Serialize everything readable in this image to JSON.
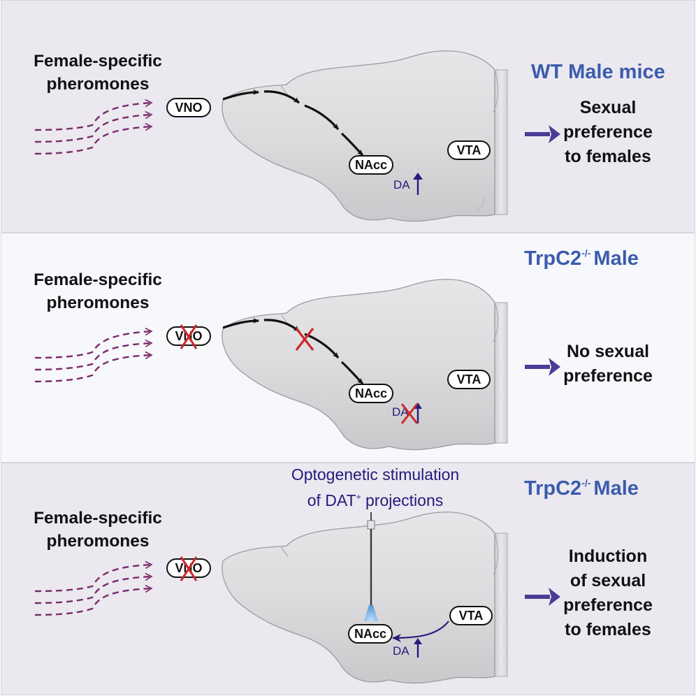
{
  "colors": {
    "panel_bg": "#ebe8f0",
    "panel_bg_middle": "#f7f8fc",
    "title_blue": "#3b5cad",
    "arrow_purple": "#4a3d96",
    "pheromone_dash": "#7a2a6a",
    "dopamine_navy": "#231c7a",
    "block_red": "#d0262b",
    "brain_gray": "#d9d9db"
  },
  "panels": [
    {
      "id": "wt-male",
      "title": "WT Male mice",
      "title_superscript": "",
      "stimulus_label_line1": "Female-specific",
      "stimulus_label_line2": "pheromones",
      "vno_label": "VNO",
      "vno_blocked": false,
      "pathway_blocked": false,
      "nacc_label": "NAcc",
      "vta_label": "VTA",
      "da_label": "DA",
      "da_state": "increase",
      "outcome_lines": [
        "Sexual",
        "preference",
        "to females"
      ]
    },
    {
      "id": "trpc2-male",
      "title": "TrpC2",
      "title_superscript": "-/-",
      "title_suffix": "Male",
      "stimulus_label_line1": "Female-specific",
      "stimulus_label_line2": "pheromones",
      "vno_label": "VNO",
      "vno_blocked": true,
      "pathway_blocked": true,
      "nacc_label": "NAcc",
      "vta_label": "VTA",
      "da_label": "DA",
      "da_state": "blocked",
      "outcome_lines": [
        "No sexual",
        "preference"
      ]
    },
    {
      "id": "trpc2-male-opto",
      "title": "TrpC2",
      "title_superscript": "-/-",
      "title_suffix": "Male",
      "stimulus_label_line1": "Female-specific",
      "stimulus_label_line2": "pheromones",
      "vno_label": "VNO",
      "vno_blocked": true,
      "nacc_label": "NAcc",
      "vta_label": "VTA",
      "da_label": "DA",
      "da_state": "increase",
      "intervention_line1": "Optogenetic stimulation",
      "intervention_line2_pre": "of DAT",
      "intervention_line2_sup": "+",
      "intervention_line2_post": " projections",
      "outcome_lines": [
        "Induction",
        "of sexual",
        "preference",
        "to females"
      ]
    }
  ]
}
